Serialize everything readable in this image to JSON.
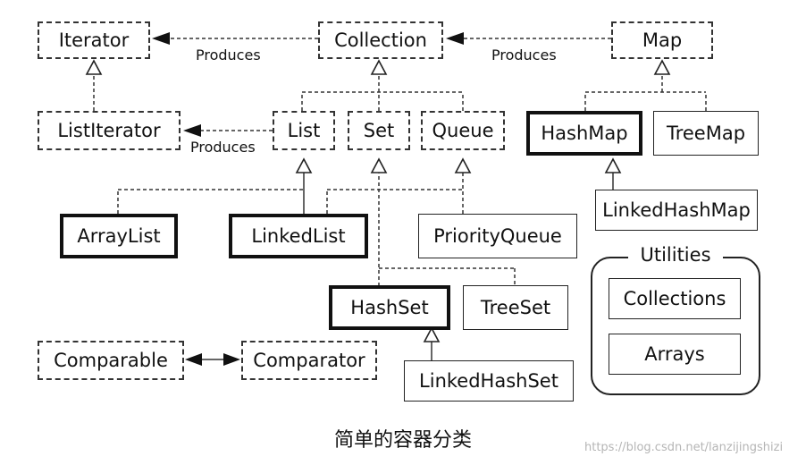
{
  "diagram": {
    "nodes": {
      "iterator": "Iterator",
      "collection": "Collection",
      "map": "Map",
      "list_iterator": "ListIterator",
      "list": "List",
      "set": "Set",
      "queue": "Queue",
      "hash_map": "HashMap",
      "tree_map": "TreeMap",
      "linked_hash_map": "LinkedHashMap",
      "array_list": "ArrayList",
      "linked_list": "LinkedList",
      "priority_queue": "PriorityQueue",
      "hash_set": "HashSet",
      "tree_set": "TreeSet",
      "linked_hash_set": "LinkedHashSet",
      "comparable": "Comparable",
      "comparator": "Comparator",
      "collections": "Collections",
      "arrays": "Arrays"
    },
    "edge_labels": {
      "collection_produces_iterator": "Produces",
      "map_produces_collection": "Produces",
      "list_produces_list_iterator": "Produces"
    },
    "utilities_group": "Utilities",
    "caption": "简单的容器分类",
    "watermark": "https://blog.csdn.net/lanzijingshizi"
  }
}
